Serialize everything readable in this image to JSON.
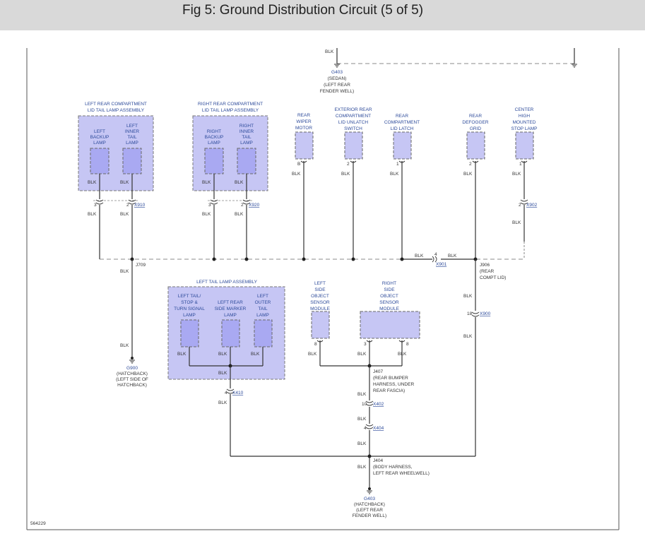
{
  "title": "Fig 5: Ground Distribution Circuit (5 of 5)",
  "figure_id": "564229",
  "wire_color": "BLK",
  "colors": {
    "assembly_fill": "#c6c6f4",
    "component_fill": "#a9a9f2",
    "border": "#7a7a7a",
    "label": "#2c4a9a"
  },
  "assemblies": {
    "left_rear_lid": [
      "LEFT REAR COMPARTMENT",
      "LID TAIL LAMP ASSEMBLY"
    ],
    "right_rear_lid": [
      "RIGHT REAR COMPARTMENT",
      "LID TAIL LAMP ASSEMBLY"
    ],
    "left_tail": [
      "LEFT TAIL LAMP ASSEMBLY"
    ]
  },
  "components": {
    "left_backup": [
      "LEFT",
      "BACKUP",
      "LAMP"
    ],
    "left_inner": [
      "LEFT",
      "INNER",
      "TAIL",
      "LAMP"
    ],
    "right_backup": [
      "RIGHT",
      "BACKUP",
      "LAMP"
    ],
    "right_inner": [
      "RIGHT",
      "INNER",
      "TAIL",
      "LAMP"
    ],
    "wiper": [
      "REAR",
      "WIPER",
      "MOTOR"
    ],
    "unlatch": [
      "EXTERIOR REAR",
      "COMPARTMENT",
      "LID UNLATCH",
      "SWITCH"
    ],
    "latch": [
      "REAR",
      "COMPARTMENT",
      "LID LATCH"
    ],
    "defogger": [
      "REAR",
      "DEFOGGER",
      "GRID"
    ],
    "chmsl": [
      "CENTER",
      "HIGH",
      "MOUNTED",
      "STOP LAMP"
    ],
    "left_stop": [
      "LEFT TAIL/",
      "STOP &",
      "TURN SIGNAL",
      "LAMP"
    ],
    "left_marker": [
      "LEFT REAR",
      "SIDE MARKER",
      "LAMP"
    ],
    "left_outer": [
      "LEFT",
      "OUTER",
      "TAIL",
      "LAMP"
    ],
    "left_sensor": [
      "LEFT",
      "SIDE",
      "OBJECT",
      "SENSOR",
      "MODULE"
    ],
    "right_sensor": [
      "RIGHT",
      "SIDE",
      "OBJECT",
      "SENSOR",
      "MODULE"
    ]
  },
  "pins": {
    "wiper": "B",
    "unlatch": "2",
    "latch": "1",
    "defogger": "2",
    "chmsl": "1",
    "left_sensor": "8",
    "right_sensor_a": "3",
    "right_sensor_b": "8"
  },
  "connectors": {
    "x910": {
      "name": "X910",
      "pin_a": "3",
      "pin_b": "2"
    },
    "x920": {
      "name": "X920",
      "pin_a": "3",
      "pin_b": "2"
    },
    "x902": {
      "name": "X902",
      "pin": "2"
    },
    "x901": {
      "name": "X901",
      "pin": "4"
    },
    "x900": {
      "name": "X900",
      "pin": "18"
    },
    "x410": {
      "name": "X410",
      "pin": "4"
    },
    "x402": {
      "name": "X402",
      "pin": "10"
    },
    "x404": {
      "name": "X404",
      "pin": "4"
    }
  },
  "splices": {
    "j709": [
      "J709"
    ],
    "j906": [
      "J906",
      "(REAR",
      "COMPT LID)"
    ],
    "j407": [
      "J407",
      "(REAR BUMPER",
      "HARNESS, UNDER",
      "REAR FASCIA)"
    ],
    "j404": [
      "J404",
      "(BODY HARNESS,",
      "LEFT REAR WHEELWELL)"
    ]
  },
  "grounds": {
    "g403_top": [
      "G403",
      "(SEDAN)",
      "(LEFT REAR",
      "FENDER WELL)"
    ],
    "g900": [
      "G900",
      "(HATCHBACK)",
      "(LEFT SIDE OF",
      "HATCHBACK)"
    ],
    "g403_bottom": [
      "G403",
      "(HATCHBACK)",
      "(LEFT REAR",
      "FENDER WELL)"
    ]
  }
}
